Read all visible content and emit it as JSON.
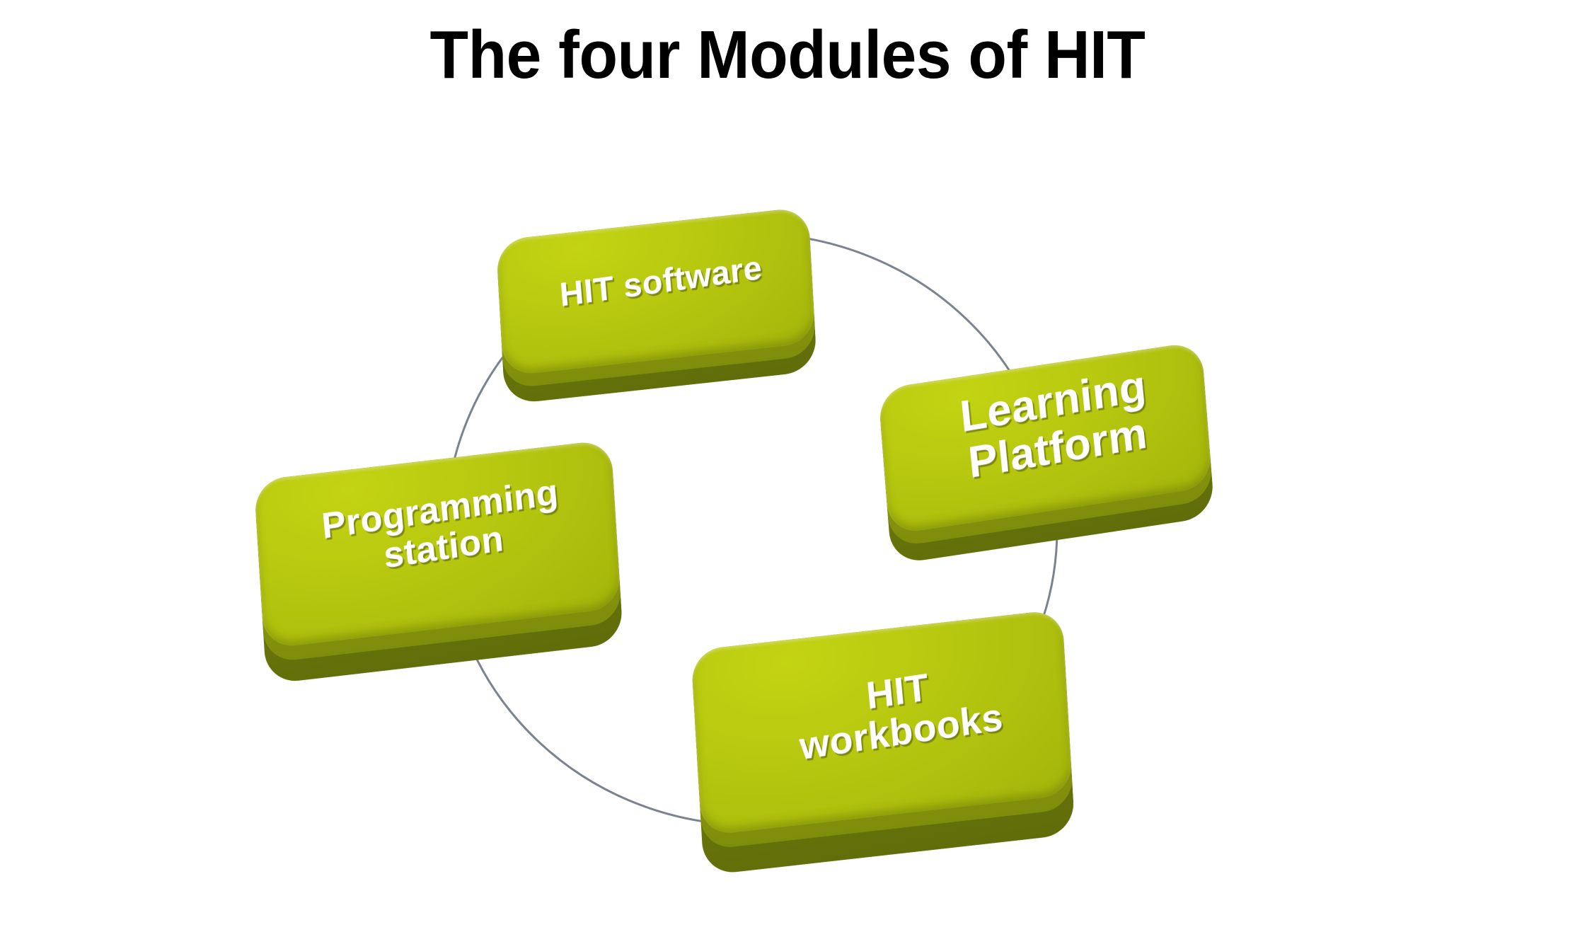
{
  "slide": {
    "title": "The four Modules of HIT",
    "background_color": "#ffffff",
    "title_color": "#000000"
  },
  "diagram": {
    "type": "cycle",
    "accent_color": "#b0c20e",
    "accent_shadow_color": "#6d7a0b",
    "connector_color": "#7b8290",
    "label_color": "#ffffff",
    "modules": [
      {
        "id": "hit-software",
        "label": "HIT software",
        "position": "top"
      },
      {
        "id": "learning-platform",
        "label": "Learning\nPlatform",
        "position": "right"
      },
      {
        "id": "hit-workbooks",
        "label": "HIT\nworkbooks",
        "position": "bottom"
      },
      {
        "id": "programming-station",
        "label": "Programming\nstation",
        "position": "left"
      }
    ]
  }
}
